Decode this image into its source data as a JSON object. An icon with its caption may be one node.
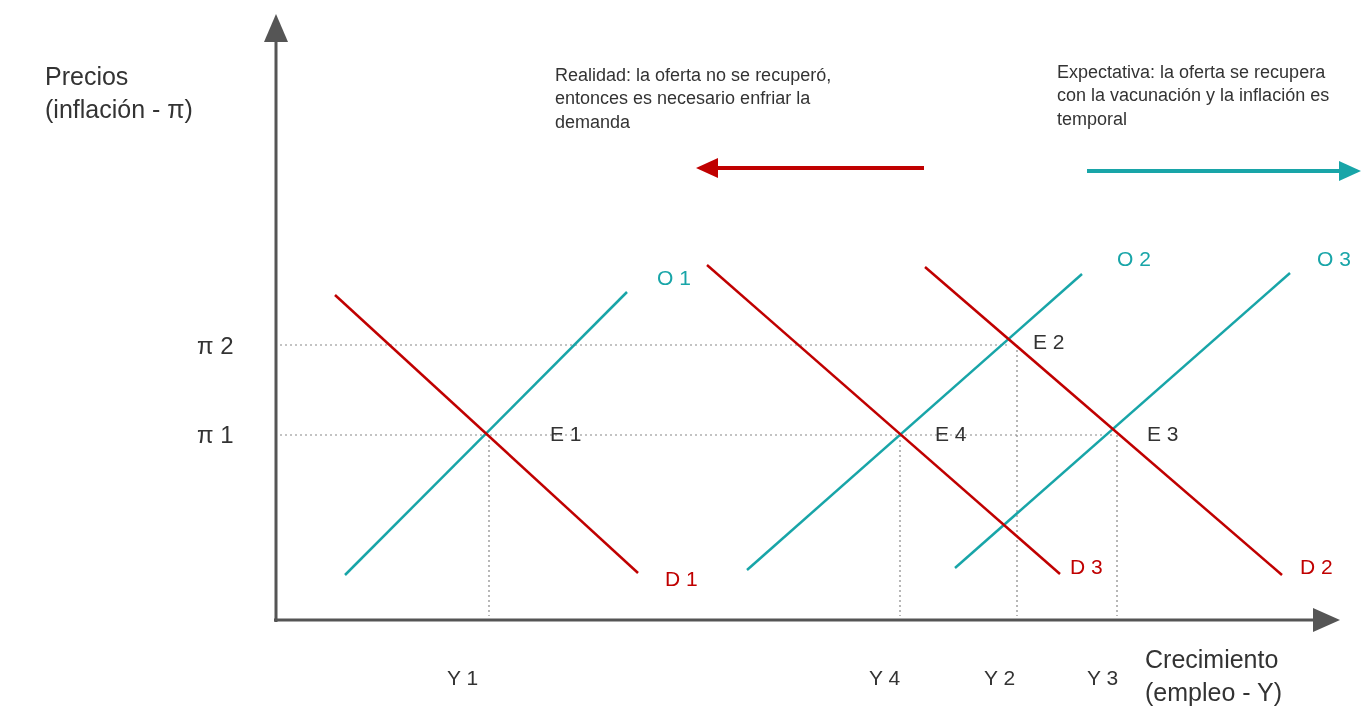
{
  "diagram": {
    "labels": [
      "Precios (inflación - π)",
      "Realidad: la oferta no se recuperó, entonces es necesario enfriar la demanda",
      "Expectativa: la oferta se recupera con la vacunación y la inflación es temporal",
      "O 1",
      "O 2",
      "O 3",
      "π 2",
      "E 2",
      "π 1",
      "E 1",
      "E 4",
      "E 3",
      "D 1",
      "D 3",
      "D 2",
      "Y 1",
      "Y 4",
      "Y 2",
      "Y 3",
      "Crecimiento (empleo - Y)"
    ]
  }
}
